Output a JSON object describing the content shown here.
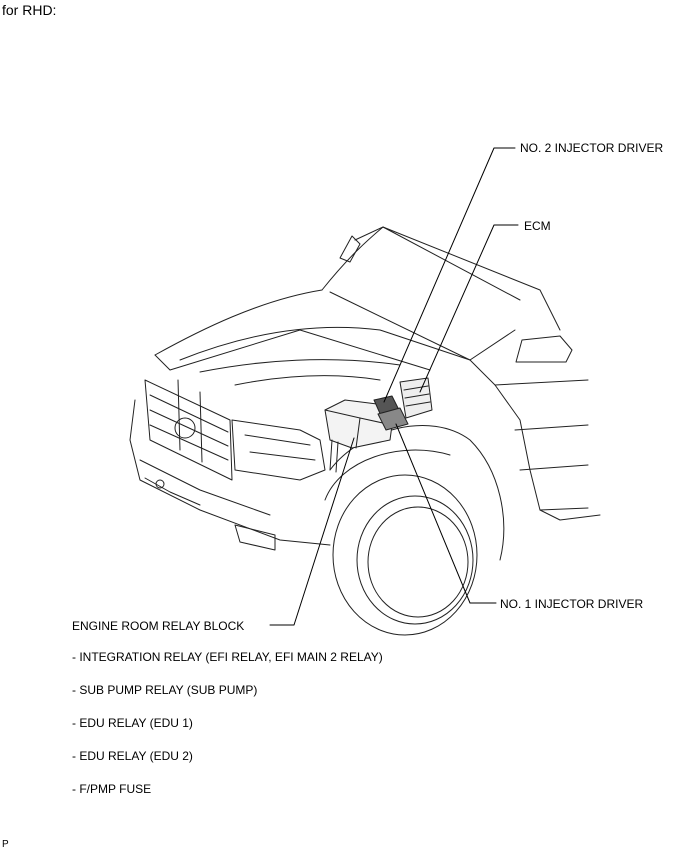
{
  "heading": "for RHD:",
  "callouts": {
    "injector_driver_2": "NO. 2 INJECTOR DRIVER",
    "ecm": "ECM",
    "injector_driver_1": "NO. 1 INJECTOR DRIVER",
    "relay_block": "ENGINE ROOM RELAY BLOCK"
  },
  "relay_block_items": [
    "- INTEGRATION RELAY (EFI RELAY, EFI MAIN 2 RELAY)",
    "- SUB PUMP RELAY (SUB PUMP)",
    "- EDU RELAY (EDU 1)",
    "- EDU RELAY (EDU 2)",
    "- F/PMP FUSE"
  ],
  "footer_code": "P"
}
